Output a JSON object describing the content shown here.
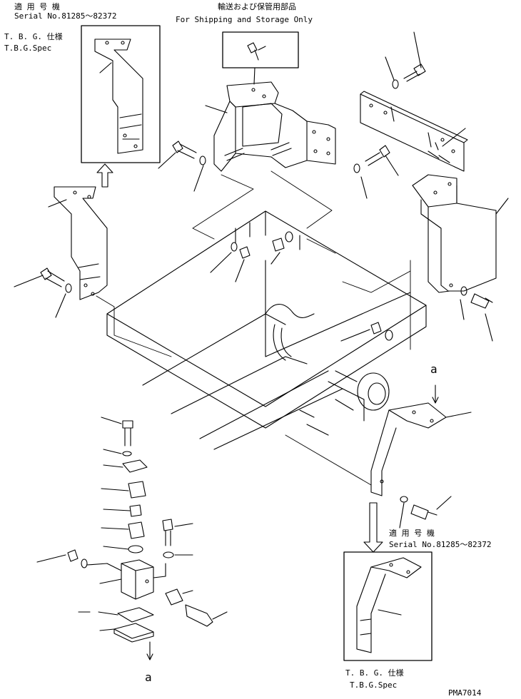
{
  "callouts": {
    "tbg_top_left": {
      "applicable": "適 用 号 機",
      "serial": "Serial No.81285～82372",
      "spec_jp": "T. B. G. 仕様",
      "spec_en": "T.B.G.Spec"
    },
    "shipping": {
      "jp": "輸送および保管用部品",
      "en": "For Shipping and Storage Only"
    },
    "tbg_bottom_right": {
      "applicable": "適 用 号 機",
      "serial": "Serial No.81285～82372",
      "spec_jp": "T. B. G. 仕様",
      "spec_en": "T.B.G.Spec"
    }
  },
  "view_marks": {
    "top": "a",
    "bottom": "a"
  },
  "drawing_number": "PMA7014",
  "line_color": "#000000"
}
